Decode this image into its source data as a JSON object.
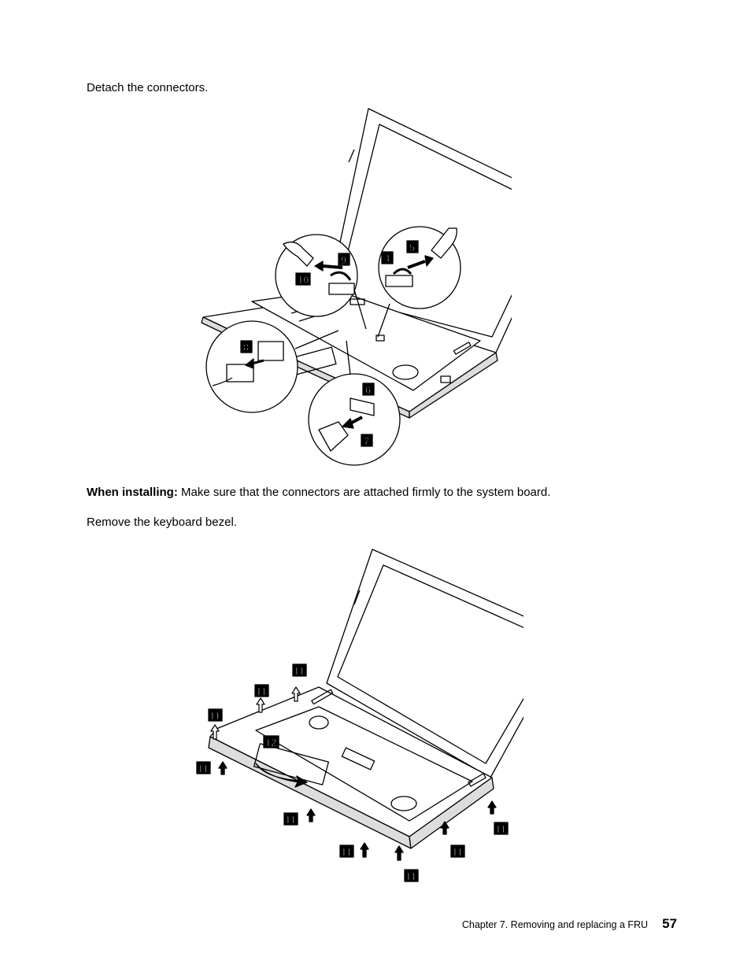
{
  "step1": {
    "text": "Detach the connectors."
  },
  "note": {
    "label": "When installing:",
    "text": " Make sure that the connectors are attached firmly to the system board."
  },
  "step2": {
    "text": "Remove the keyboard bezel."
  },
  "figure1": {
    "callouts": [
      "4",
      "5",
      "6",
      "7",
      "8",
      "9",
      "10"
    ]
  },
  "figure2": {
    "callouts": [
      "11",
      "11",
      "11",
      "11",
      "11",
      "11",
      "11",
      "11",
      "11",
      "12"
    ]
  },
  "footer": {
    "chapter": "Chapter 7. Removing and replacing a FRU",
    "page": "57"
  }
}
